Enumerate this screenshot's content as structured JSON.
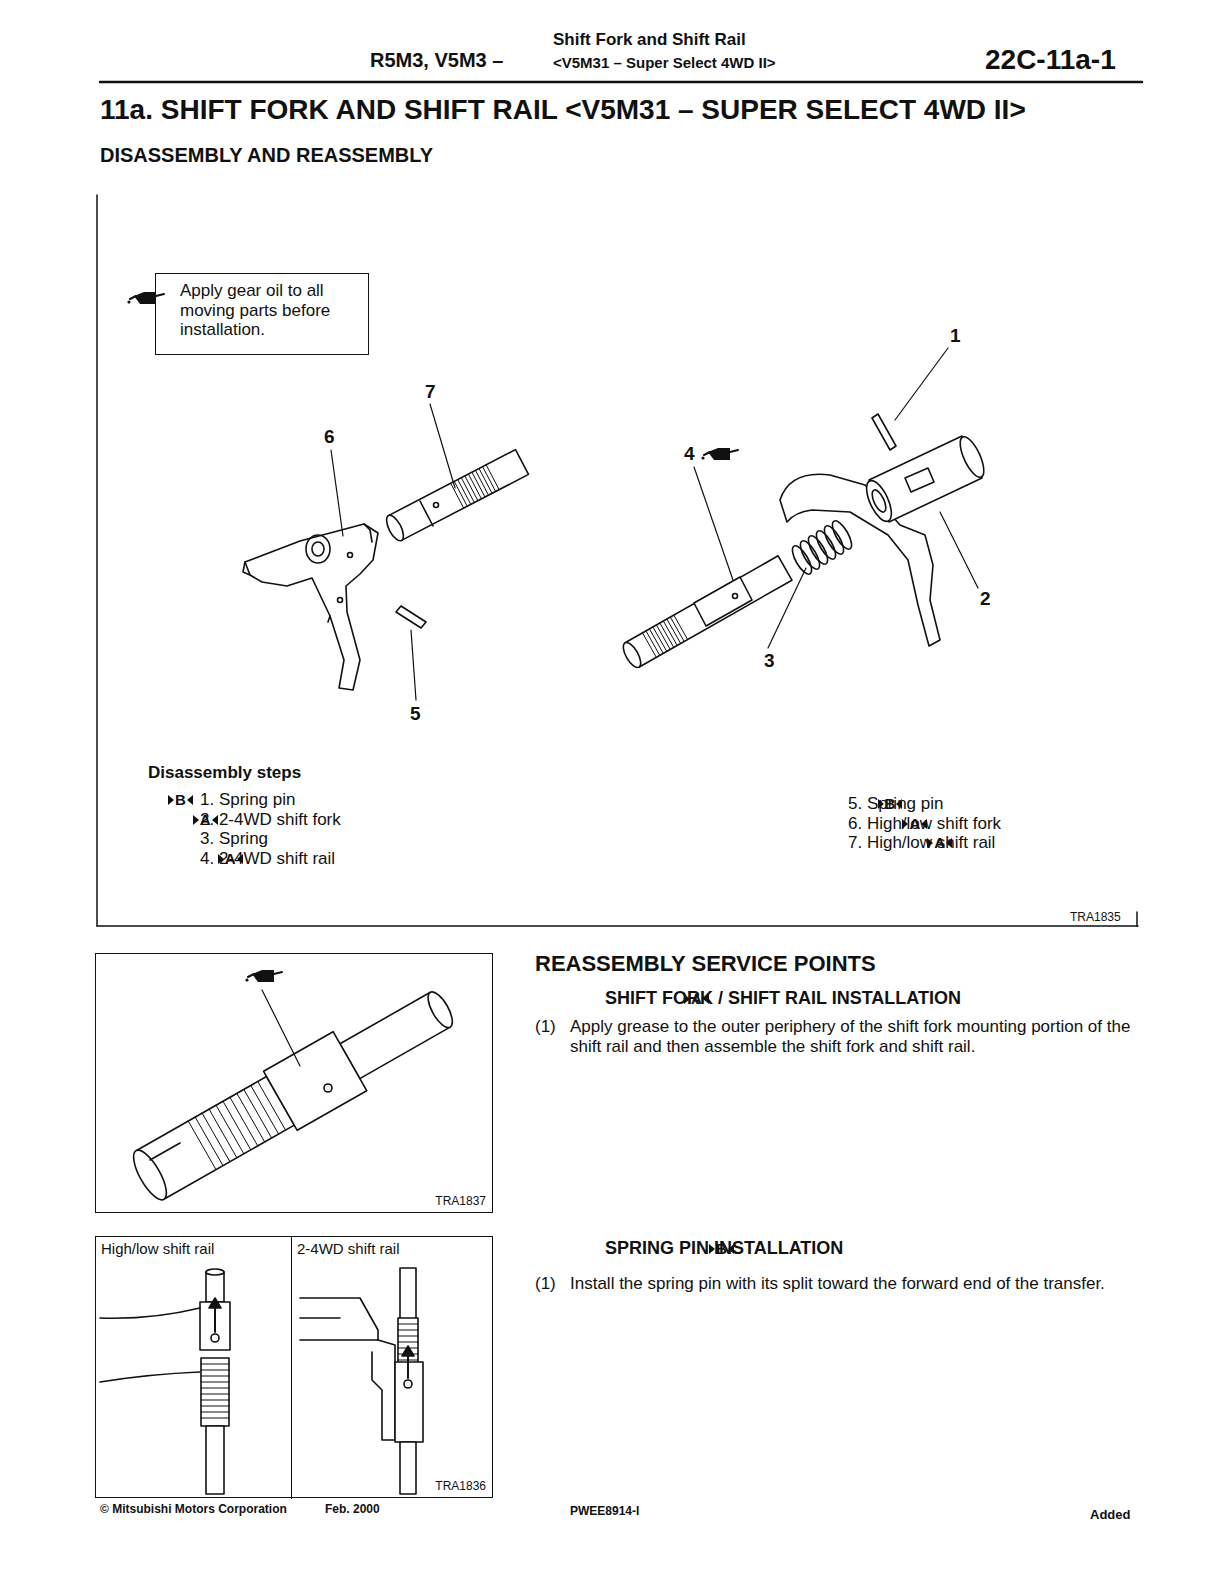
{
  "diagram": {
    "title": "11a. SHIFT FORK AND SHIFT RAIL <V5M31 – SUPER SELECT 4WD II>",
    "nodes": [
      {
        "text": [
          "Apply gear oil to all moving parts before installation."
        ]
      },
      {
        "text": [
          "TRA1837"
        ]
      },
      {
        "text": [
          "TRA1836"
        ]
      },
      {
        "text": [
          "High/low shift rail"
        ],
        "in": 2
      },
      {
        "text": [
          "2-4WD shift rail"
        ],
        "in": 2
      }
    ],
    "labels": [
      "Shift Fork and Shift Rail",
      "R5M3, V5M3 –",
      "<V5M31 – Super Select 4WD II>",
      "22C-11a-1",
      "DISASSEMBLY AND REASSEMBLY",
      "1",
      "7",
      "6",
      "4",
      "2",
      "3",
      "5",
      "Disassembly steps",
      "B",
      "1. Spring pin",
      "A",
      "2. 2-4WD shift fork",
      "3. Spring",
      "A",
      "4. 2-4WD shift rail",
      "B",
      "5. Spring pin",
      "A",
      "6. High/low shift fork",
      "A",
      "7. High/low shift rail",
      "TRA1835",
      "REASSEMBLY SERVICE POINTS",
      "A",
      "SHIFT FORK / SHIFT RAIL INSTALLATION",
      "(1)",
      "Apply grease to the outer periphery of the shift fork mounting portion of the shift rail and then assemble the shift fork and shift rail.",
      "B",
      "SPRING PIN INSTALLATION",
      "(1)",
      "Install the spring pin with its split toward the forward end of the transfer.",
      "© Mitsubishi Motors Corporation",
      "Feb. 2000",
      "PWEE8914-I",
      "Added"
    ]
  }
}
